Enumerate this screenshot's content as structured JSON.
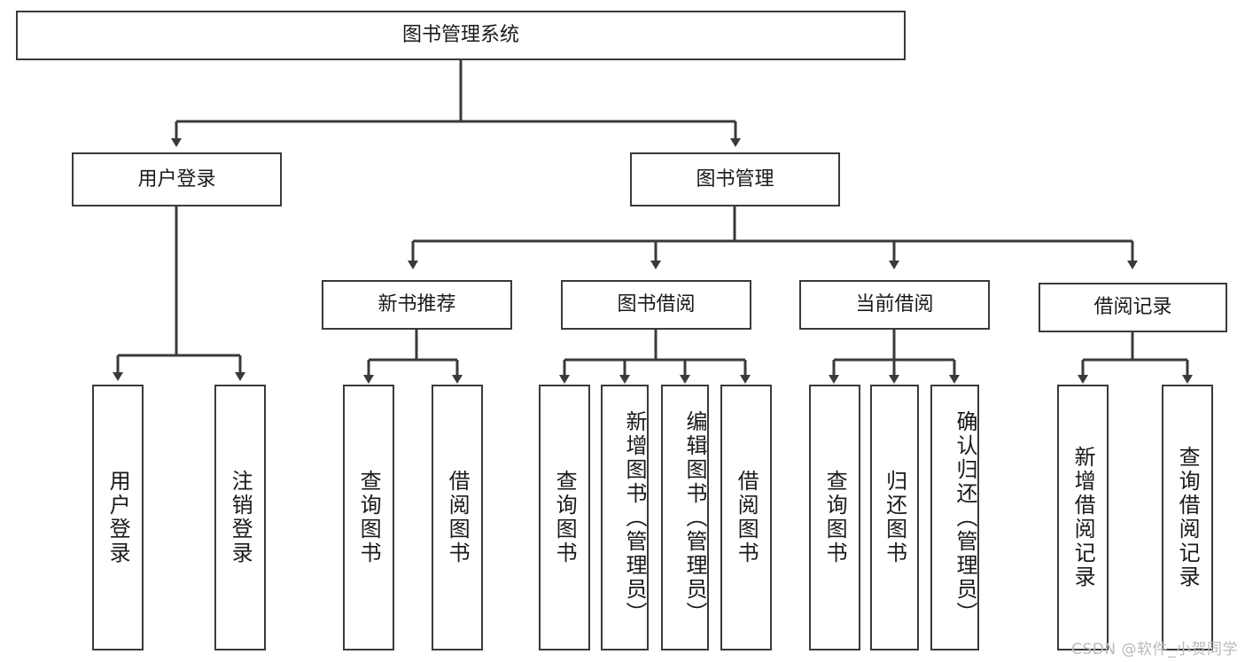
{
  "diagram": {
    "title": "图书管理系统",
    "type": "tree",
    "orientation": "top-down",
    "line_color": "#3a3a3a",
    "box_fill": "#ffffff",
    "text_color": "#1a1a1a",
    "nodes": {
      "root": {
        "label": "图书管理系统"
      },
      "level2": [
        {
          "label": "用户登录"
        },
        {
          "label": "图书管理"
        }
      ],
      "level3": [
        {
          "label": "新书推荐"
        },
        {
          "label": "图书借阅"
        },
        {
          "label": "当前借阅"
        },
        {
          "label": "借阅记录"
        }
      ],
      "leaves": {
        "user_login": [
          {
            "label": "用户登录"
          },
          {
            "label": "注销登录"
          }
        ],
        "new_book_recommend": [
          {
            "label": "查询图书"
          },
          {
            "label": "借阅图书"
          }
        ],
        "book_borrow": [
          {
            "label": "查询图书"
          },
          {
            "label": "新增图书（管理员）"
          },
          {
            "label": "编辑图书（管理员）"
          },
          {
            "label": "借阅图书"
          }
        ],
        "current_borrow": [
          {
            "label": "查询图书"
          },
          {
            "label": "归还图书"
          },
          {
            "label": "确认归还（管理员）"
          }
        ],
        "borrow_record": [
          {
            "label": "新增借阅记录"
          },
          {
            "label": "查询借阅记录"
          }
        ]
      }
    }
  },
  "watermark": {
    "text": "CSDN @软件_小贺同学"
  }
}
